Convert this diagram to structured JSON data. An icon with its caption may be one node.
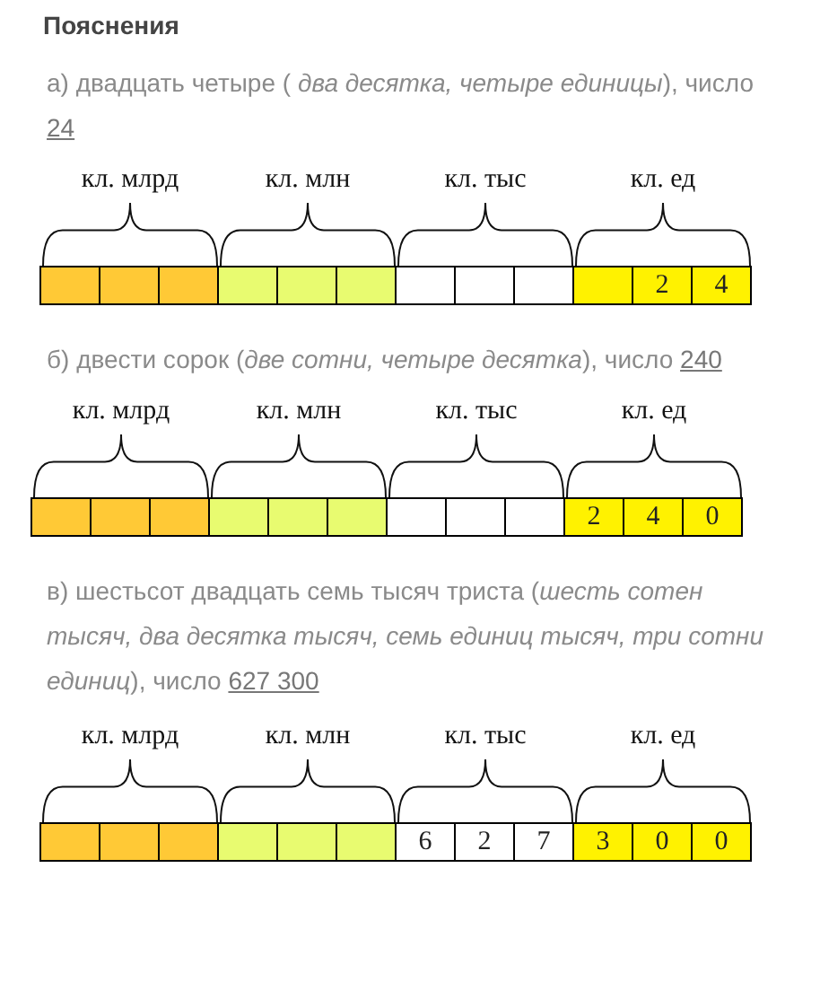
{
  "diagram": {
    "title": "Пояснения",
    "nodes": [
      {
        "text": [],
        "shape": "box"
      },
      {
        "text": [],
        "shape": "box"
      },
      {
        "text": [],
        "shape": "box"
      },
      {
        "text": [],
        "shape": "box"
      },
      {
        "text": [],
        "shape": "box"
      },
      {
        "text": [],
        "shape": "box"
      },
      {
        "text": [],
        "shape": "box"
      },
      {
        "text": [],
        "shape": "box"
      },
      {
        "text": [],
        "shape": "box"
      },
      {
        "text": [],
        "shape": "box"
      },
      {
        "text": [
          "2"
        ]
      },
      {
        "text": [
          "4"
        ]
      },
      {
        "text": [],
        "shape": "box"
      },
      {
        "text": [],
        "shape": "box"
      },
      {
        "text": [],
        "shape": "box"
      },
      {
        "text": [],
        "shape": "box"
      },
      {
        "text": [],
        "shape": "box"
      },
      {
        "text": [],
        "shape": "box"
      },
      {
        "text": [],
        "shape": "box"
      },
      {
        "text": [],
        "shape": "box"
      },
      {
        "text": [],
        "shape": "box"
      },
      {
        "text": [
          "2"
        ]
      },
      {
        "text": [
          "4"
        ]
      },
      {
        "text": [
          "0"
        ]
      },
      {
        "text": [],
        "shape": "box"
      },
      {
        "text": [],
        "shape": "box"
      },
      {
        "text": [],
        "shape": "box"
      },
      {
        "text": [],
        "shape": "box"
      },
      {
        "text": [],
        "shape": "box"
      },
      {
        "text": [],
        "shape": "box"
      },
      {
        "text": [
          "6"
        ]
      },
      {
        "text": [
          "2"
        ]
      },
      {
        "text": [
          "7"
        ]
      },
      {
        "text": [
          "3"
        ]
      },
      {
        "text": [
          "0"
        ]
      },
      {
        "text": [
          "0"
        ]
      }
    ],
    "labels": [
      "а) двадцать четыре ( *два десятка, четыре единицы*), число",
      "24",
      "кл. млрд",
      "кл. млн",
      "кл. тыс",
      "кл. ед",
      "б) двести сорок (*две сотни, четыре десятка*), число",
      "240",
      "кл. млрд",
      "кл. млн",
      "кл. тыс",
      "кл. ед",
      "в) шестьсот двадцать семь тысяч триста (*шесть сотен тысяч, два десятка тысяч, семь единиц тысяч, три сотни единиц*), число",
      "627 300",
      "кл. млрд",
      "кл. млн",
      "кл. тыс",
      "кл. ед"
    ]
  }
}
